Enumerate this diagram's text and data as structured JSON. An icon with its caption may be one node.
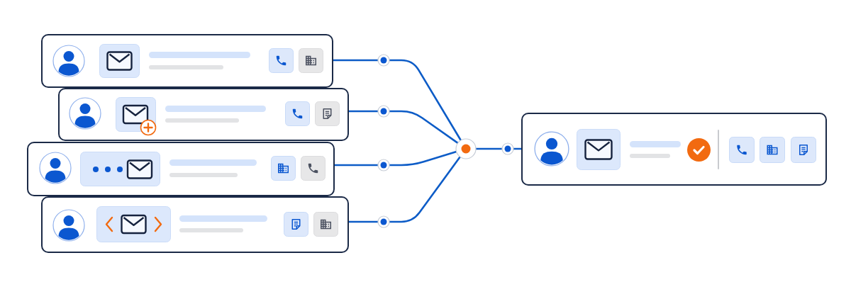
{
  "diagram": {
    "nodes": [
      {
        "text": [],
        "shape": "box"
      },
      {
        "text": [],
        "shape": "box"
      },
      {
        "text": [],
        "shape": "box"
      },
      {
        "text": [],
        "shape": "box"
      },
      {
        "text": [],
        "shape": "circle"
      },
      {
        "text": [],
        "shape": "circle"
      },
      {
        "text": [],
        "shape": "circle"
      },
      {
        "text": [],
        "shape": "circle"
      },
      {
        "text": [],
        "shape": "circle"
      },
      {
        "text": [],
        "shape": "circle"
      },
      {
        "text": [],
        "shape": "box"
      }
    ],
    "edges": [
      {
        "from": 0,
        "to": 4,
        "arrow": "none"
      },
      {
        "from": 4,
        "to": 8,
        "arrow": "none"
      },
      {
        "from": 1,
        "to": 5,
        "arrow": "none"
      },
      {
        "from": 5,
        "to": 8,
        "arrow": "none"
      },
      {
        "from": 2,
        "to": 6,
        "arrow": "none"
      },
      {
        "from": 6,
        "to": 8,
        "arrow": "none"
      },
      {
        "from": 3,
        "to": 7,
        "arrow": "none"
      },
      {
        "from": 7,
        "to": 8,
        "arrow": "none"
      },
      {
        "from": 8,
        "to": 9,
        "arrow": "none"
      },
      {
        "from": 9,
        "to": 10,
        "arrow": "none"
      }
    ]
  }
}
